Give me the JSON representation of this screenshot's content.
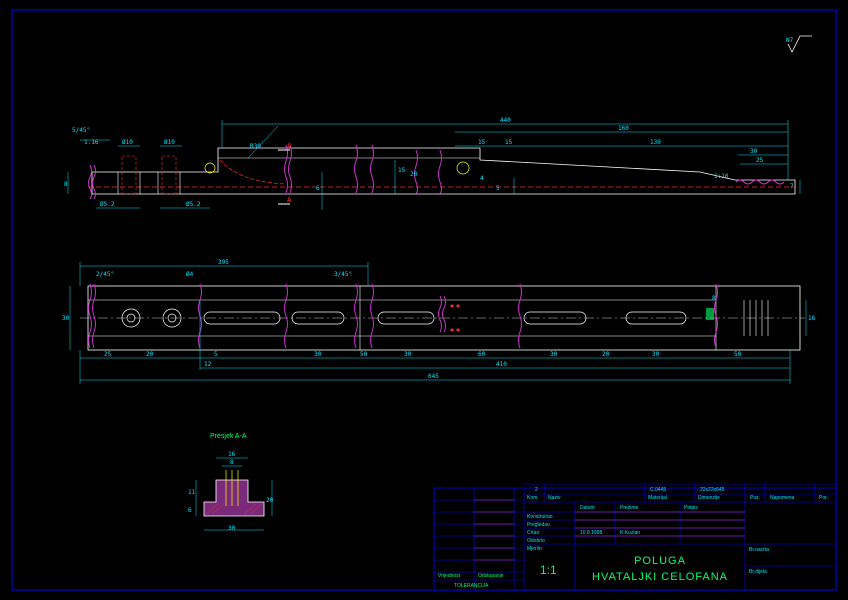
{
  "surface": {
    "mark": "N7"
  },
  "view_top": {
    "dims": {
      "d440": "440",
      "d160": "160",
      "d130": "130",
      "d30": "30",
      "d25": "25",
      "d15a": "15",
      "d15b": "15",
      "chamfer": "5/45°",
      "d116": "1.16",
      "dia10a": "Ø10",
      "dia10b": "Ø10",
      "dia52a": "Ø5.2",
      "dia52b": "Ø5.2",
      "r": "R30",
      "h8": "8",
      "h20": "20",
      "h15": "15",
      "h7": "7",
      "h6": "6",
      "h5": "5",
      "h4": "4",
      "section_a1": "A",
      "section_a2": "A",
      "ang": "1:10"
    }
  },
  "view_front": {
    "dims": {
      "d395": "395",
      "ch2": "2/45°",
      "ch3": "3/45°",
      "dia4": "Ø4",
      "d25": "25",
      "d20a": "20",
      "d5": "5",
      "d12": "12",
      "d30a": "30",
      "d50a": "50",
      "d30b": "30",
      "d60": "60",
      "d30c": "30",
      "d20b": "20",
      "d30d": "30",
      "d50b": "50",
      "d410": "410",
      "d645": "645",
      "h30": "30",
      "h16": "16",
      "h8": "8"
    }
  },
  "section": {
    "title": "Presjek A-A",
    "dims": {
      "w16": "16",
      "w8": "8",
      "w30": "30",
      "h11": "11",
      "h6": "6",
      "h20": "20"
    }
  },
  "title_block": {
    "scale": "1:1",
    "title_line1": "POLUGA",
    "title_line2": "HVATALJKI CELOFANA",
    "qty": "2",
    "ref": "C.0445",
    "dims_ref": "22x22x645",
    "col_kom": "Kom.",
    "col_naziv": "Naziv",
    "col_materijal": "Materijal",
    "col_dimenzije": "Dimenzije",
    "col_poz": "Poz.",
    "col_napomena": "Napomena",
    "col_por": "Por.",
    "col_datum": "Datum",
    "col_prezime": "Prezime",
    "col_potpis": "Potpis",
    "row_konstruirao": "Konstruirao",
    "row_pregledao": "Pregledao",
    "row_crtao": "Crtao",
    "row_odobrio": "Odobrio",
    "row_mjerilo": "Mjerilo",
    "crtao_datum": "10.8.1998.",
    "crtao_prezime": "K.Kuzlan",
    "br_nacrta": "Br.nacrta",
    "br_dijela": "Br.dijela",
    "vrijednost": "Vrijednost",
    "odstupanje": "Odstupanje",
    "tolerancija": "TOLERANCIJA"
  },
  "colors": {
    "frame": "#0000ff",
    "outline": "#ffffff",
    "dim": "#00e5ff",
    "hidden": "#ff3030",
    "break": "#cc33cc",
    "text": "#00ff66"
  }
}
